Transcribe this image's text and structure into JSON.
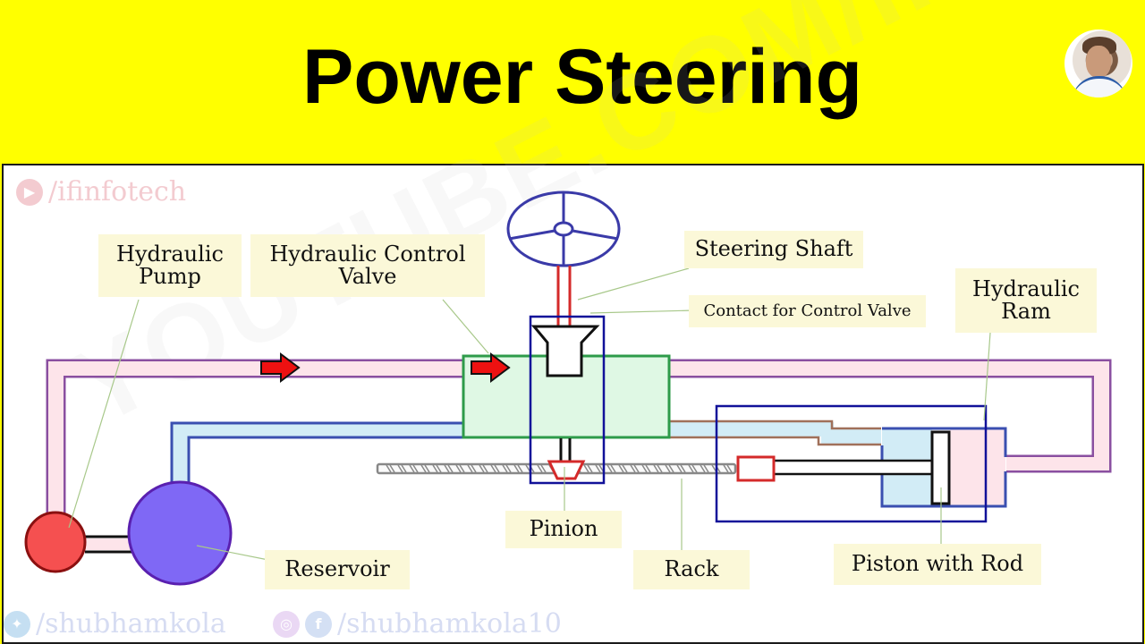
{
  "header": {
    "title": "Power Steering",
    "background_color": "#ffff00",
    "avatar": "presenter-avatar-photo"
  },
  "diagram": {
    "labels": {
      "hydraulic_pump": [
        "Hydraulic",
        "Pump"
      ],
      "hydraulic_control_valve": [
        "Hydraulic Control",
        "Valve"
      ],
      "steering_shaft": "Steering Shaft",
      "contact_for_control_valve": "Contact for Control Valve",
      "hydraulic_ram": [
        "Hydraulic",
        "Ram"
      ],
      "reservoir": "Reservoir",
      "pinion": "Pinion",
      "rack": "Rack",
      "piston_with_rod": "Piston with Rod"
    },
    "components": [
      {
        "id": "steering-wheel",
        "color": "#3a3aa8"
      },
      {
        "id": "steering-shaft",
        "color": "#d42a2a"
      },
      {
        "id": "control-valve-body",
        "color": "#2e9b4a",
        "fill": "#dff8e4"
      },
      {
        "id": "pressure-line",
        "color": "#8a4fa0",
        "fill": "#fde4ea"
      },
      {
        "id": "return-line",
        "color": "#3a4fb0",
        "fill": "#d2ecf6"
      },
      {
        "id": "ram-feed-line",
        "color": "#a0705a",
        "fill": "#d2ecf6"
      },
      {
        "id": "hydraulic-pump",
        "color": "#8b1010",
        "fill": "#f55050"
      },
      {
        "id": "reservoir",
        "color": "#5a20b0",
        "fill": "#7f68f5"
      },
      {
        "id": "rack",
        "color": "#888888"
      },
      {
        "id": "pinion",
        "color": "#d42a2a"
      },
      {
        "id": "ram-cylinder",
        "color": "#3a4fb0"
      },
      {
        "id": "piston",
        "color": "#111111"
      },
      {
        "id": "focus-box-valve",
        "color": "#111199"
      },
      {
        "id": "focus-box-ram",
        "color": "#111199"
      }
    ],
    "flow_arrows": [
      {
        "id": "flow-arrow-1",
        "direction": "right",
        "color": "#ee1111"
      },
      {
        "id": "flow-arrow-2",
        "direction": "right",
        "color": "#ee1111"
      }
    ],
    "watermark_diagonal": "YOUTUBE.COM/IFINFOTECH"
  },
  "watermarks": {
    "youtube": {
      "icon": "youtube-icon",
      "handle": "/ifinfotech"
    },
    "twitter": {
      "icon": "twitter-icon",
      "handle": "/shubhamkola"
    },
    "instagram_facebook": {
      "icons": [
        "instagram-icon",
        "facebook-icon"
      ],
      "handle": "/shubhamkola10"
    }
  }
}
